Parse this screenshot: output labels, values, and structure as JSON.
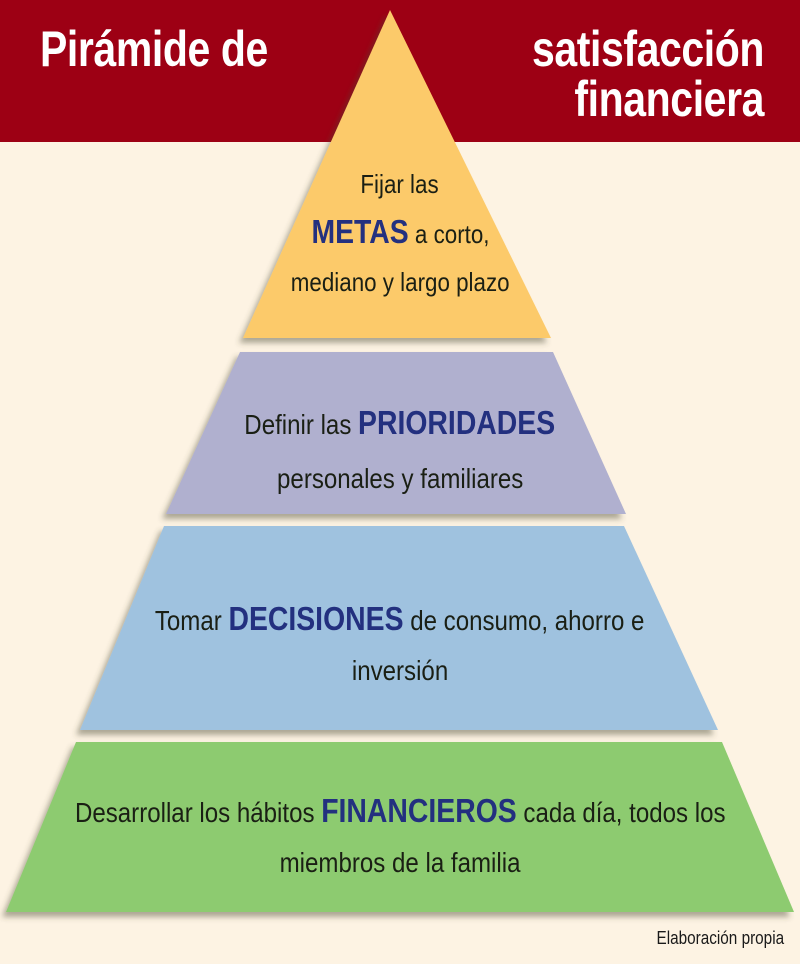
{
  "header": {
    "title_left": "Pirámide de",
    "title_right_line1": "satisfacción",
    "title_right_line2": "financiera",
    "background_color": "#9d0014"
  },
  "pyramid": {
    "tiers": [
      {
        "level": 1,
        "color": "#fcca6a",
        "lines": [
          {
            "before": "Fijar las",
            "keyword": "",
            "after": ""
          },
          {
            "before": "",
            "keyword": "METAS",
            "after": " a corto,"
          },
          {
            "before": "mediano y largo plazo",
            "keyword": "",
            "after": ""
          }
        ]
      },
      {
        "level": 2,
        "color": "#b0b0cf",
        "lines": [
          {
            "before": "Definir las ",
            "keyword": "PRIORIDADES",
            "after": ""
          },
          {
            "before": "personales y familiares",
            "keyword": "",
            "after": ""
          }
        ]
      },
      {
        "level": 3,
        "color": "#9fc2df",
        "lines": [
          {
            "before": "Tomar ",
            "keyword": "DECISIONES",
            "after": " de consumo, ahorro e"
          },
          {
            "before": "inversión",
            "keyword": "",
            "after": ""
          }
        ]
      },
      {
        "level": 4,
        "color": "#8dcb70",
        "lines": [
          {
            "before": "Desarrollar los hábitos ",
            "keyword": "FINANCIEROS",
            "after": " cada día, todos los"
          },
          {
            "before": "miembros de la familia",
            "keyword": "",
            "after": ""
          }
        ]
      }
    ],
    "keyword_color": "#23307f"
  },
  "footer": {
    "source": "Elaboración propia"
  }
}
